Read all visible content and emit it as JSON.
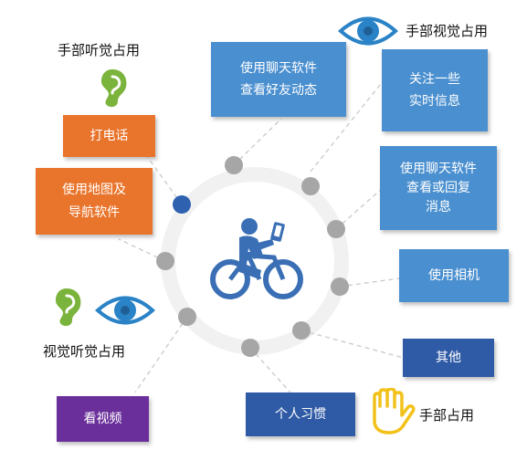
{
  "colors": {
    "blue_box": "#4a8fcf",
    "orange_box": "#e9742b",
    "navy_box": "#2f5aa6",
    "purple_box": "#6a2f9a",
    "dot_gray": "#a6a6a6",
    "dot_active": "#2e62b0",
    "ring": "#f1f1f1",
    "rider": "#3a6fb5",
    "ear": "#7bb43c",
    "hand": "#f2c21b"
  },
  "labels": {
    "hand_hearing": "手部听觉占用",
    "hand_vision": "手部视觉占用",
    "vision_hearing": "视觉听觉占用",
    "hand_only": "手部占用"
  },
  "boxes": {
    "chat_friends": "使用聊天软件\n查看好友动态",
    "realtime_info": "关注一些\n实时信息",
    "chat_reply": "使用聊天软件\n查看或回复\n消息",
    "camera": "使用相机",
    "other": "其他",
    "habit": "个人习惯",
    "phone_call": "打电话",
    "map_nav": "使用地图及\n导航软件",
    "video": "看视频"
  },
  "icons": {
    "center": "cyclist-phone-icon",
    "eye": "eye-icon",
    "ear": "ear-icon",
    "hand": "hand-icon"
  }
}
